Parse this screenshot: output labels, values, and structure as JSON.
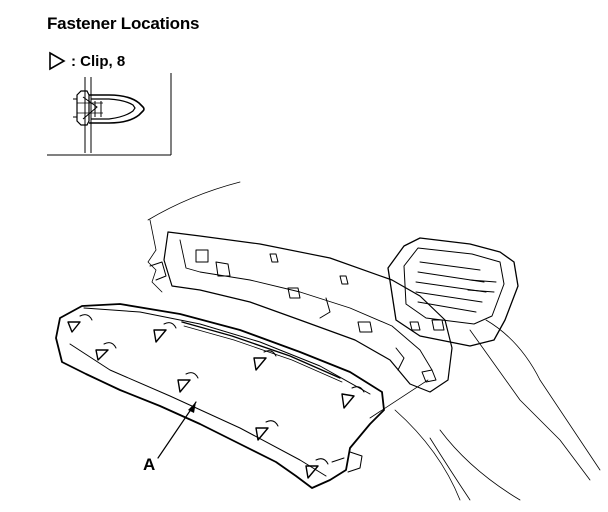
{
  "header": {
    "title": "Fastener Locations"
  },
  "legend": {
    "symbol_icon": "triangle-outline-icon",
    "label": ": Clip, 8"
  },
  "detail": {
    "fastener_icon": "push-clip-icon"
  },
  "diagram": {
    "callout_label": "A",
    "part_icon": "rear-lower-trim-panel",
    "clip_count": 8
  },
  "colors": {
    "line": "#000000",
    "background": "#ffffff"
  }
}
